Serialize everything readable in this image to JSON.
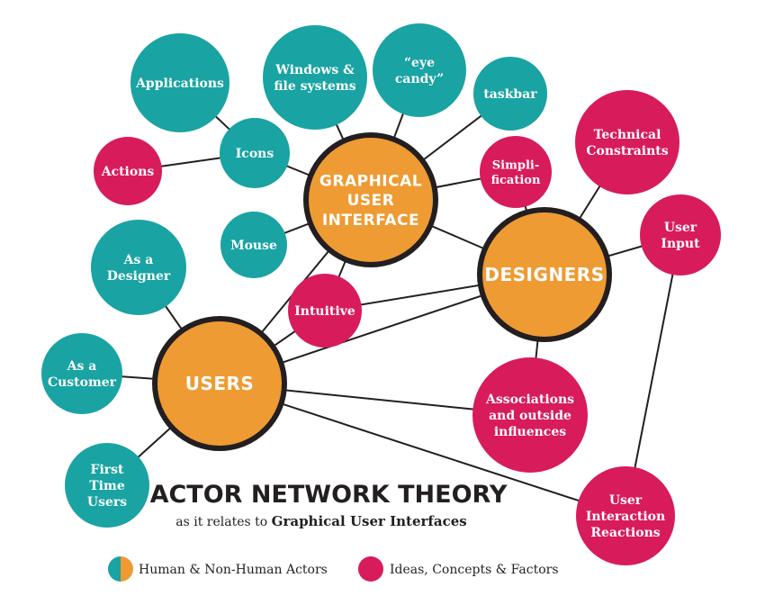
{
  "colors": {
    "teal": "#1aa3a3",
    "pink": "#d81b5b",
    "orange": "#ee9b33",
    "edge": "#231f20",
    "ring": "#231f20"
  },
  "nodes": {
    "applications": {
      "lines": [
        "Applications"
      ],
      "kind": "teal"
    },
    "windows": {
      "lines": [
        "Windows &",
        "file systems"
      ],
      "kind": "teal"
    },
    "eye_candy": {
      "lines": [
        "“eye",
        "candy”"
      ],
      "kind": "teal"
    },
    "taskbar": {
      "lines": [
        "taskbar"
      ],
      "kind": "teal"
    },
    "technical": {
      "lines": [
        "Technical",
        "Constraints"
      ],
      "kind": "pink"
    },
    "actions": {
      "lines": [
        "Actions"
      ],
      "kind": "pink"
    },
    "icons": {
      "lines": [
        "Icons"
      ],
      "kind": "teal"
    },
    "gui": {
      "lines": [
        "GRAPHICAL",
        "USER",
        "INTERFACE"
      ],
      "kind": "orange"
    },
    "simplification": {
      "lines": [
        "Simpli-",
        "fication"
      ],
      "kind": "pink"
    },
    "user_input": {
      "lines": [
        "User",
        "Input"
      ],
      "kind": "pink"
    },
    "mouse": {
      "lines": [
        "Mouse"
      ],
      "kind": "teal"
    },
    "designers": {
      "lines": [
        "DESIGNERS"
      ],
      "kind": "orange"
    },
    "as_designer": {
      "lines": [
        "As a",
        "Designer"
      ],
      "kind": "teal"
    },
    "intuitive": {
      "lines": [
        "Intuitive"
      ],
      "kind": "pink"
    },
    "as_customer": {
      "lines": [
        "As a",
        "Customer"
      ],
      "kind": "teal"
    },
    "users": {
      "lines": [
        "USERS"
      ],
      "kind": "orange"
    },
    "associations": {
      "lines": [
        "Associations",
        "and outside",
        "influences"
      ],
      "kind": "pink"
    },
    "first_time": {
      "lines": [
        "First",
        "Time",
        "Users"
      ],
      "kind": "teal"
    },
    "reactions": {
      "lines": [
        "User",
        "Interaction",
        "Reactions"
      ],
      "kind": "pink"
    }
  },
  "title": "ACTOR NETWORK THEORY",
  "subtitle_prefix": "as it relates to",
  "subtitle_bold": "Graphical User Interfaces",
  "legend": {
    "actors_label": "Human & Non-Human Actors",
    "ideas_label": "Ideas, Concepts & Factors"
  }
}
